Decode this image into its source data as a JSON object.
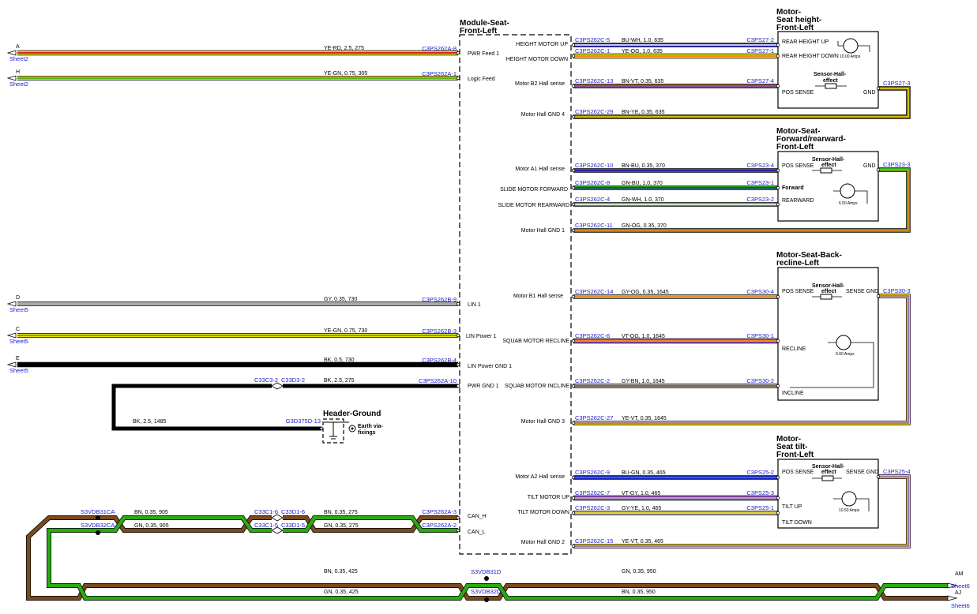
{
  "colors": {
    "YE": "#f0dc00",
    "RD": "#e02020",
    "GN": "#2aaa10",
    "BU": "#1a1ad0",
    "WH": "#ffffff",
    "OG": "#f08a18",
    "BN": "#7a4a1a",
    "VT": "#9a50c8",
    "BK": "#000000",
    "GY": "#a8a8a8",
    "PK": "#e05a8a",
    "connector": "#1a1ad0"
  },
  "modules": {
    "seat_module": {
      "title_l1": "Module-Seat-",
      "title_l2": "Front-Left"
    },
    "height_motor": {
      "title_l1": "Motor-",
      "title_l2": "Seat height-",
      "title_l3": "Front-Left",
      "pin_up": "REAR HEIGHT UP",
      "pin_down": "REAR HEIGHT DOWN",
      "amps": "10.00 Amps",
      "sensor_l1": "Sensor-Hall-",
      "sensor_l2": "effect",
      "pos": "POS SENSE",
      "gnd": "GND"
    },
    "fwd_motor": {
      "title_l1": "Motor-Seat-",
      "title_l2": "Forward/rearward-",
      "title_l3": "Front-Left",
      "sensor_l1": "Sensor-Hall-",
      "sensor_l2": "effect",
      "pos": "POS SENSE",
      "gnd": "GND",
      "forward": "Forward",
      "rearward": "REARWARD",
      "amps": "6.50 Amps"
    },
    "recline_motor": {
      "title_l1": "Motor-Seat-Back-",
      "title_l2": "recline-Left",
      "sensor_l1": "Sensor-Hall-",
      "sensor_l2": "effect",
      "pos": "POS SENSE",
      "gnd": "SENSE GND",
      "recline": "RECLINE",
      "incline": "INCLINE",
      "amps": "9.00 Amps"
    },
    "tilt_motor": {
      "title_l1": "Motor-",
      "title_l2": "Seat tilt-",
      "title_l3": "Front-Left",
      "sensor_l1": "Sensor-Hall-",
      "sensor_l2": "effect",
      "pos": "POS SENSE",
      "gnd": "SENSE GND",
      "up": "TILT UP",
      "down": "TILT DOWN",
      "amps": "10.50 Amps"
    },
    "header_ground": {
      "title": "Header-Ground",
      "earth_l1": "Earth via-",
      "earth_l2": "fixings"
    }
  },
  "module_pins": [
    "PWR Feed 1",
    "Logic Feed",
    "LIN 1",
    "LIN Power 1",
    "LIN Power GND 1",
    "PWR GND 1",
    "CAN_H",
    "CAN_L",
    "HEIGHT MOTOR UP",
    "HEIGHT MOTOR DOWN",
    "Motor B2 Hall sense",
    "Motor Hall GND 4",
    "Motor A1 Hall sense",
    "SLIDE MOTOR FORWARD",
    "SLIDE MOTOR REARWARD",
    "Motor Hall GND 1",
    "Motor B1 Hall sense",
    "SQUAB MOTOR RECLINE",
    "SQUAB MOTOR INCLINE",
    "Motor Hall GND 3",
    "Motor A2 Hall sense",
    "TILT MOTOR UP",
    "TILT MOTOR DOWN",
    "Motor Hall GND 2"
  ],
  "left_wires": [
    {
      "letter": "A",
      "sheet": "Sheet2",
      "spec": "YE-RD,  2.5,  275",
      "conn": "C3PS262A-8"
    },
    {
      "letter": "H",
      "sheet": "Sheet2",
      "spec": "YE-GN,  0.75,  305",
      "conn": "C3PS262A-1"
    },
    {
      "letter": "D",
      "sheet": "Sheet5",
      "spec": "GY,  0.35,  730",
      "conn": "C3PS262B-9"
    },
    {
      "letter": "C",
      "sheet": "Sheet5",
      "spec": "YE-GN,  0.75,  730",
      "conn": "C3PS262B-3"
    },
    {
      "letter": "E",
      "sheet": "Sheet5",
      "spec": "BK,  0.5,  730",
      "conn": "C3PS262B-4"
    }
  ],
  "ground_wire": {
    "c1": "C33C3-2",
    "c2": "C33D3-2",
    "spec": "BK,  2.5,  275",
    "conn": "C3PS262A-10",
    "spec2": "BK,  2.5,  1485",
    "gconn": "G3D375D-13"
  },
  "right_wires": [
    {
      "c1": "C3PS262C-5",
      "spec": "BU-WH,  1.0,  635",
      "c2": "C3PS27-2"
    },
    {
      "c1": "C3PS262C-1",
      "spec": "YE-OG,  1.0,  635",
      "c2": "C3PS27-1"
    },
    {
      "c1": "C3PS262C-13",
      "spec": "BN-VT,  0.35,  635",
      "c2": "C3PS27-4"
    },
    {
      "c1": "C3PS262C-29",
      "spec": "BN-YE,  0.35,  635",
      "c2": "C3PS27-3"
    },
    {
      "c1": "C3PS262C-10",
      "spec": "BN-BU,  0.35,  370",
      "c2": "C3PS23-4"
    },
    {
      "c1": "C3PS262C-8",
      "spec": "GN-BU,  1.0,  370",
      "c2": "C3PS23-1"
    },
    {
      "c1": "C3PS262C-4",
      "spec": "GN-WH,  1.0,  370",
      "c2": "C3PS23-2"
    },
    {
      "c1": "C3PS262C-11",
      "spec": "GN-OG,  0.35,  370",
      "c2": "C3PS23-3"
    },
    {
      "c1": "C3PS262C-14",
      "spec": "GY-OG,  0.35,  1645",
      "c2": "C3PS30-4"
    },
    {
      "c1": "C3PS262C-6",
      "spec": "VT-OG,  1.0,  1645",
      "c2": "C3PS30-1"
    },
    {
      "c1": "C3PS262C-2",
      "spec": "GY-BN,  1.0,  1645",
      "c2": "C3PS30-2"
    },
    {
      "c1": "C3PS262C-27",
      "spec": "YE-VT,  0.35,  1645",
      "c2": "C3PS30-3"
    },
    {
      "c1": "C3PS262C-9",
      "spec": "BU-GN,  0.35,  465",
      "c2": "C3PS25-2"
    },
    {
      "c1": "C3PS262C-7",
      "spec": "VT-GY,  1.0,  465",
      "c2": "C3PS25-3"
    },
    {
      "c1": "C3PS262C-3",
      "spec": "GY-YE,  1.0,  465",
      "c2": "C3PS25-1"
    },
    {
      "c1": "C3PS262C-15",
      "spec": "YE-VT,  0.35,  465",
      "c2": "C3PS25-4"
    }
  ],
  "can": {
    "splice1": "S3VDB31CA",
    "splice2": "S3VDB32CA",
    "w1": "BN,  0.35,  905",
    "w2": "GN,  0.35,  905",
    "c61": "C33C1-6",
    "c62": "C33D1-6",
    "c51": "C33C1-5",
    "c52": "C33D1-5",
    "w3": "BN,  0.35,  275",
    "w4": "GN,  0.35,  275",
    "mc1": "C3PS262A-3",
    "mc2": "C3PS262A-2",
    "w5": "BN,  0.35,  425",
    "w6": "GN,  0.35,  425",
    "splice3": "S3VDB31D",
    "splice4": "S3VDB32D",
    "w7": "GN,  0.35,  950",
    "w8": "BN,  0.35,  950",
    "out1_letter": "AM",
    "out1_sheet": "Sheet6",
    "out2_letter": "AJ",
    "out2_sheet": "Sheet6"
  }
}
